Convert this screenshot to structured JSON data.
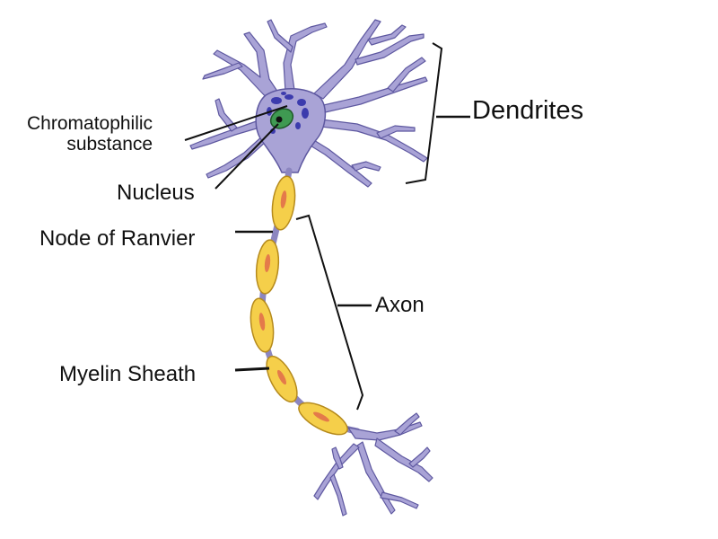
{
  "labels": {
    "chromatophilic_line1": "Chromatophilic",
    "chromatophilic_line2": "substance",
    "dendrites": "Dendrites",
    "nucleus": "Nucleus",
    "node_of_ranvier": "Node of Ranvier",
    "axon": "Axon",
    "myelin_sheath": "Myelin Sheath"
  },
  "colors": {
    "cell_body": "#a9a3d6",
    "cell_outline": "#5e58a0",
    "myelin_fill": "#f5cf4a",
    "myelin_outline": "#b58a1c",
    "schwann_nucleus": "#e47a4a",
    "nucleus_fill": "#3f9a52",
    "chromatophilic": "#2a2aa6",
    "leader_lines": "#111111"
  }
}
